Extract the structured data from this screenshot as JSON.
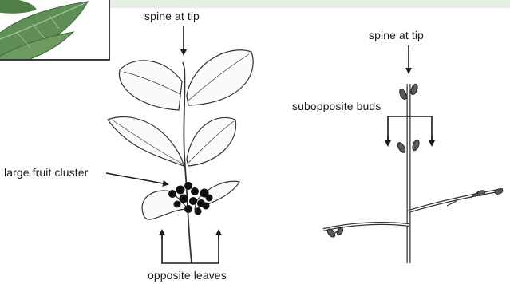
{
  "labels": {
    "spine_at_tip_left": "spine at tip",
    "spine_at_tip_right": "spine at tip",
    "subopposite_buds": "subopposite buds",
    "large_fruit_cluster": "large fruit cluster",
    "opposite_leaves": "opposite leaves"
  },
  "colors": {
    "leaf_green": "#5f8f55",
    "band_green": "#e3f0e3",
    "ink": "#1a1a1a"
  }
}
